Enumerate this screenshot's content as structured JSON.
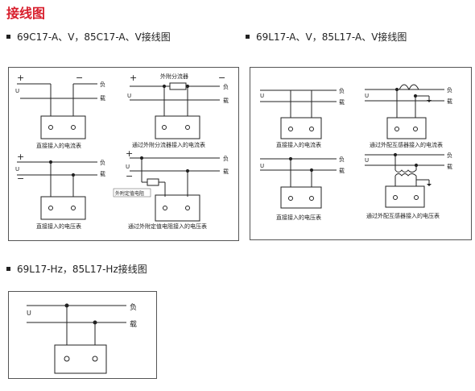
{
  "page_title": "接线图",
  "sections": [
    {
      "title": "69C17-A、V，85C17-A、V接线图"
    },
    {
      "title": "69L17-A、V，85L17-A、V接线图"
    },
    {
      "title": "69L17-Hz，85L17-Hz接线图"
    }
  ],
  "terminals": {
    "plus": "+",
    "minus": "−",
    "u": "U",
    "fu": "负",
    "zai": "载"
  },
  "captions": {
    "c_direct_current": "直接接入的电流表",
    "c_shunt_current": "通过外附分流器接入的电流表",
    "c_direct_voltage": "直接接入的电压表",
    "c_resistor_voltage": "通过外附定值电阻接入的电压表",
    "l_direct_current": "直接接入的电流表",
    "l_ct_current": "通过外配互感器接入的电流表",
    "l_direct_voltage": "直接接入的电压表",
    "l_pt_voltage": "通过外配互感器接入的电压表"
  },
  "labels": {
    "shunt": "外附分流器",
    "resistor": "外附定值电阻"
  }
}
